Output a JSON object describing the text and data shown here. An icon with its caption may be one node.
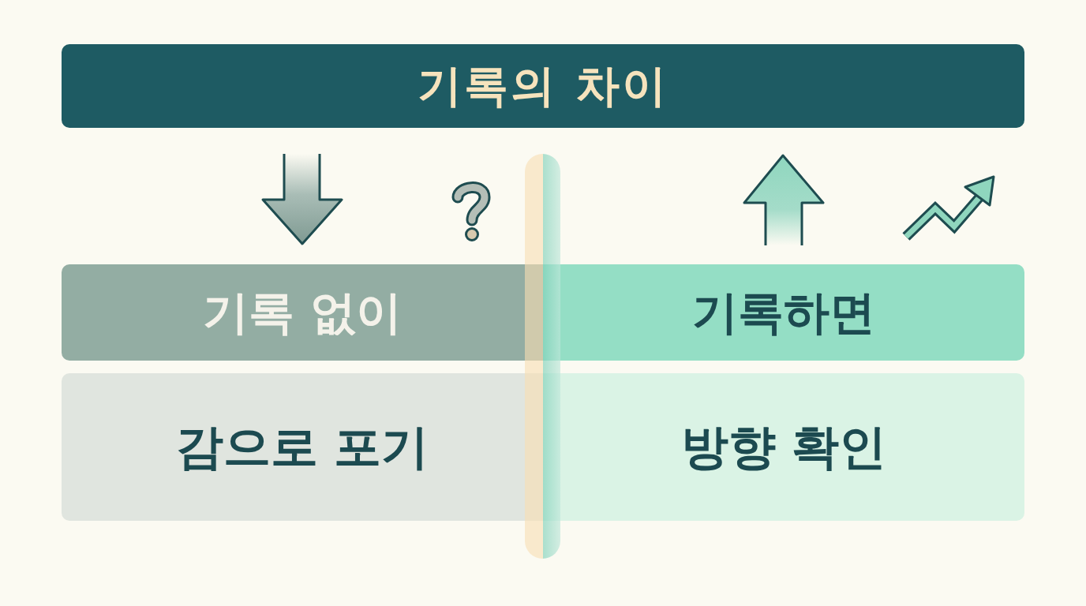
{
  "diagram": {
    "title": "기록의 차이",
    "nodes": [
      {
        "text": [
          "기록 없이"
        ]
      },
      {
        "text": [
          "기록하면"
        ]
      },
      {
        "text": [
          "감으로 포기"
        ]
      },
      {
        "text": [
          "방향 확인"
        ]
      }
    ]
  }
}
